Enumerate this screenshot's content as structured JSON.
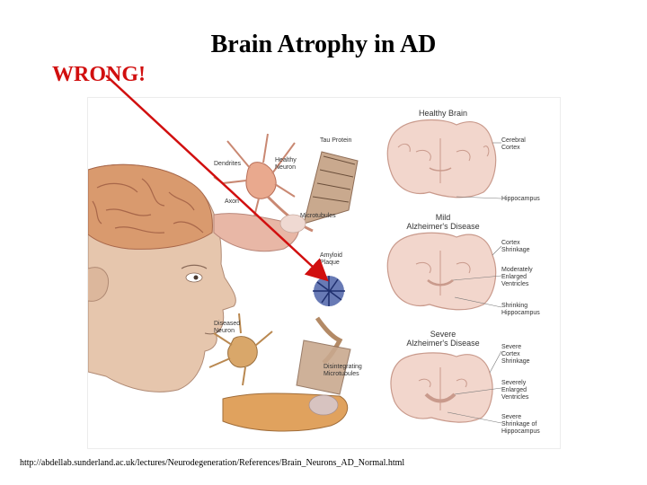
{
  "slide": {
    "title": "Brain Atrophy in AD",
    "annotation": "WRONG!",
    "source_url": "http://abdellab.sunderland.ac.uk/lectures/Neurodegeneration/References/Brain_Neurons_AD_Normal.html"
  },
  "figure": {
    "headers": {
      "healthy": "Healthy Brain",
      "mild": "Mild\nAlzheimer's Disease",
      "severe": "Severe\nAlzheimer's Disease"
    },
    "labels": {
      "tau_protein": "Tau Protein",
      "dendrites": "Dendrites",
      "healthy_neuron": "Healthy\nNeuron",
      "axon": "Axon",
      "microtubules": "Microtubules",
      "amyloid_plaque": "Amyloid\nPlaque",
      "diseased_neuron": "Diseased\nNeuron",
      "disintegrating_microtubules": "Disintegrating\nMicrotubules",
      "cerebral_cortex": "Cerebral\nCortex",
      "hippocampus": "Hippocampus",
      "cortex_shrinkage": "Cortex\nShrinkage",
      "moderately_enlarged_ventricles": "Moderately\nEnlarged\nVentricles",
      "shrinking_hippocampus": "Shrinking\nHippocampus",
      "severe_cortex_shrinkage": "Severe\nCortex\nShrinkage",
      "severely_enlarged_ventricles": "Severely\nEnlarged\nVentricles",
      "severe_hippocampus_shrinkage": "Severe\nShrinkage of\nHippocampus"
    }
  },
  "colors": {
    "annotation": "#d10f0f",
    "brain_tissue": "#f2d6cc",
    "brain_outline": "#c99a8c",
    "skin": "#e6c6ad",
    "brain_surface": "#d99a6e"
  }
}
